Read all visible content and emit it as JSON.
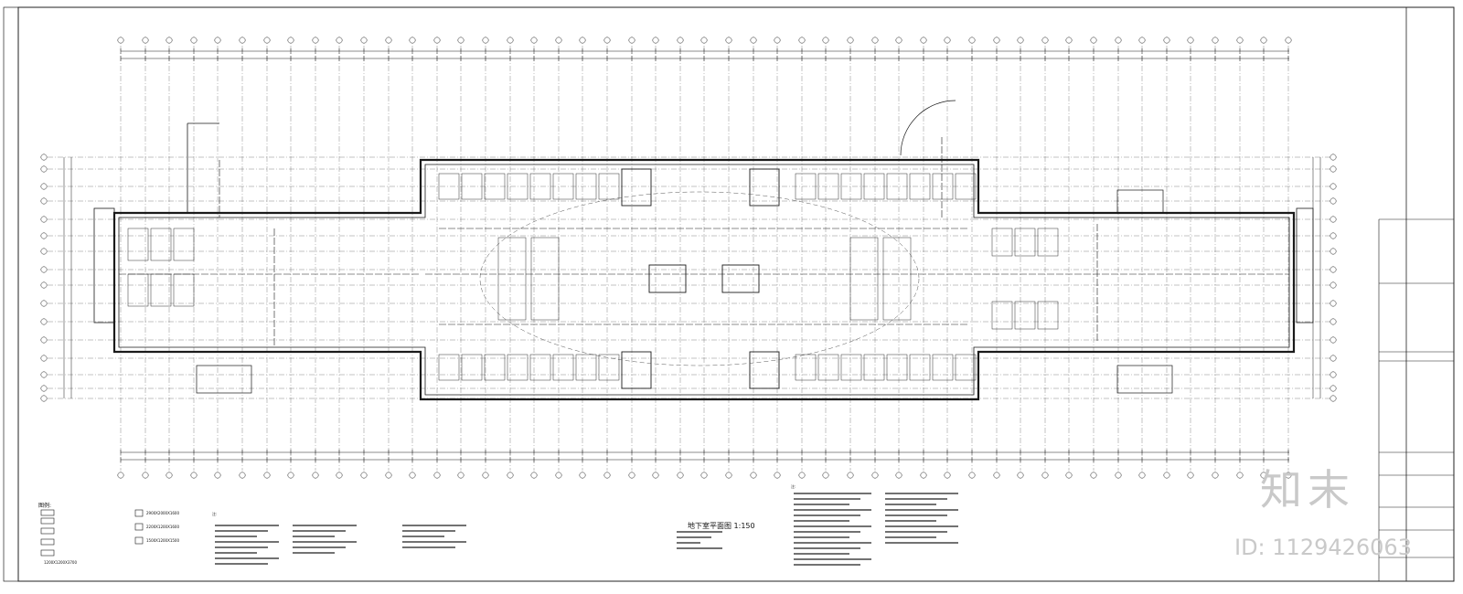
{
  "drawing": {
    "title": "地下室平面图 1:150",
    "watermark_brand": "知末",
    "watermark_id": "ID: 1129426063",
    "legend_title": "图例:",
    "legend_items": [
      "2900X2000X1600",
      "2200X1200X1600",
      "1500X1200X1500",
      "1200X1200X3700"
    ],
    "note_heading": "注:"
  },
  "colors": {
    "line": "#1a1a1a",
    "grid": "#555555",
    "watermark": "#c9c9c9",
    "background": "#ffffff"
  }
}
